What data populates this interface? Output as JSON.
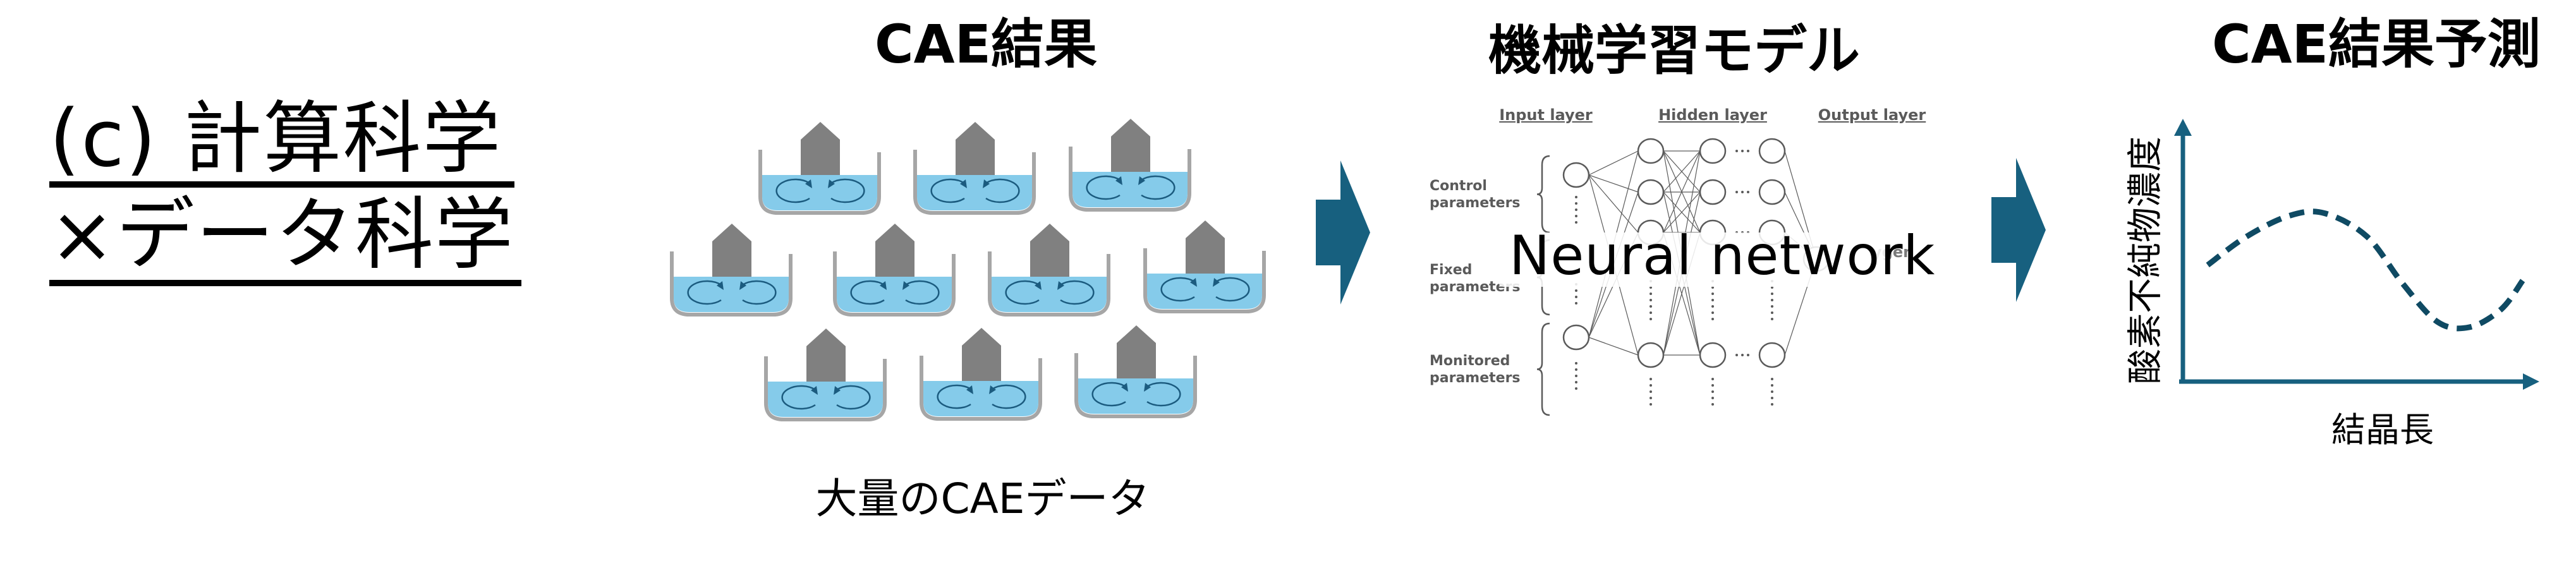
{
  "left_heading": {
    "line1": "(c) 計算科学",
    "line2": "×データ科学"
  },
  "sections": {
    "cae_results": {
      "title": "CAE結果",
      "caption": "大量のCAEデータ",
      "tank_count": 10,
      "tank_rows": [
        3,
        4,
        3
      ]
    },
    "ml_model": {
      "title": "機械学習モデル",
      "overlay_title": "Neural network",
      "layer_titles": [
        "Input layer",
        "Hidden layer",
        "Output layer"
      ],
      "input_groups": [
        {
          "line1": "Control",
          "line2": "parameters"
        },
        {
          "line1": "Fixed",
          "line2": "parameters"
        },
        {
          "line1": "Monitored",
          "line2": "parameters"
        }
      ],
      "output_label_visible": "ygen",
      "ellipsis": "…"
    },
    "prediction": {
      "title": "CAE結果予測",
      "y_axis_label": "酸素不純物濃度",
      "x_axis_label": "結晶長"
    }
  },
  "colors": {
    "arrow": "#17607f",
    "axis": "#17607f",
    "curve": "#0f4a63",
    "liquid": "#85cbea",
    "tank_wall": "#a6a6a6",
    "rod": "#808080",
    "swirl": "#1b5b7f",
    "nn_stroke": "#5a5a5a"
  },
  "chart_data": {
    "type": "line",
    "title": "CAE結果予測",
    "xlabel": "結晶長",
    "ylabel": "酸素不純物濃度",
    "style": "dashed",
    "grid": false,
    "legend": "none",
    "ticks": "none",
    "xlim": [
      0,
      1
    ],
    "ylim": [
      0,
      1
    ],
    "series": [
      {
        "name": "prediction",
        "x": [
          0.07,
          0.18,
          0.3,
          0.4,
          0.52,
          0.62,
          0.72,
          0.81,
          0.9,
          0.96
        ],
        "y": [
          0.45,
          0.56,
          0.64,
          0.65,
          0.56,
          0.38,
          0.23,
          0.21,
          0.28,
          0.39
        ]
      }
    ]
  }
}
